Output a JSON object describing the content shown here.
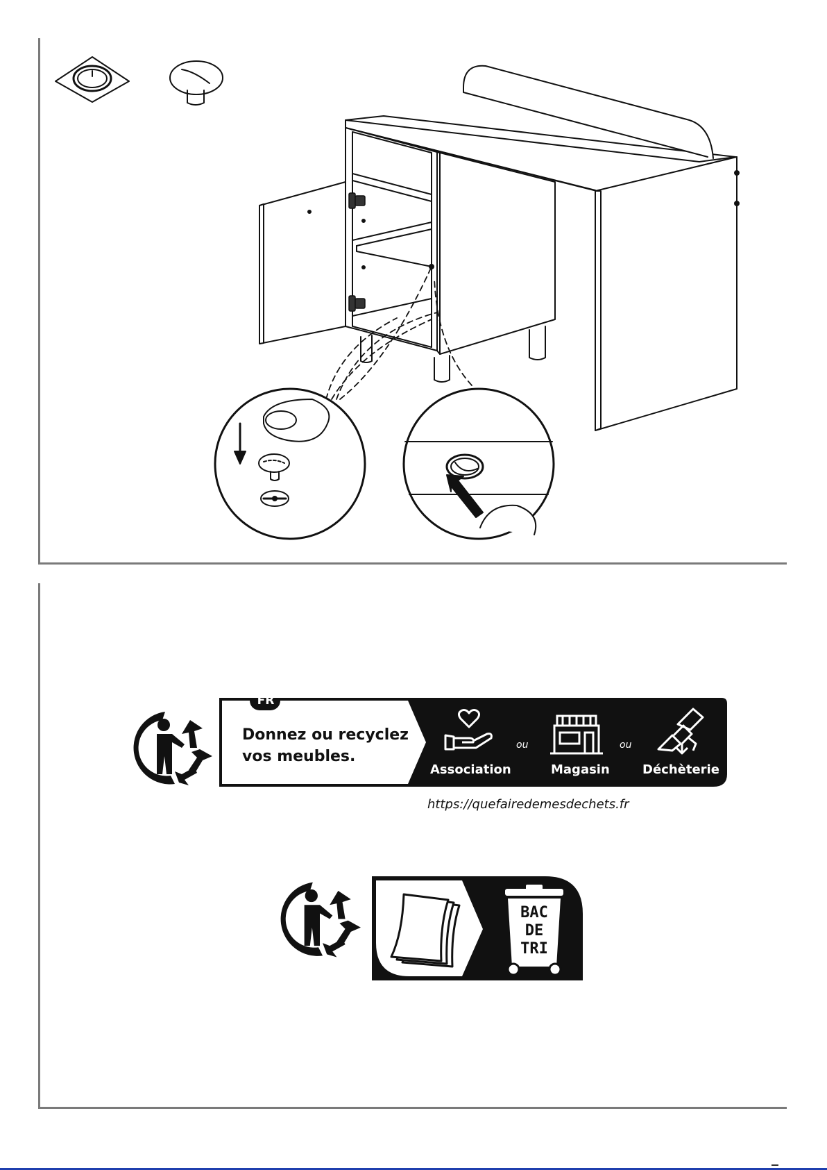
{
  "recycling_banner": {
    "lang": "FR",
    "headline_line1": "Donnez ou recyclez",
    "headline_line2": "vos meubles.",
    "options": [
      "Association",
      "Magasin",
      "Déchèterie"
    ],
    "separator": "ou",
    "url": "https://quefairedemesdechets.fr"
  },
  "sorting_banner": {
    "bin_label_line1": "BAC",
    "bin_label_line2": "DE",
    "bin_label_line3": "TRI"
  },
  "icons": [
    "triman-icon",
    "cap-cover-icon",
    "cam-lock-cap-icon",
    "heart-hand-icon",
    "store-icon",
    "dump-icon",
    "paper-sheets-icon",
    "sorting-bin-icon"
  ]
}
